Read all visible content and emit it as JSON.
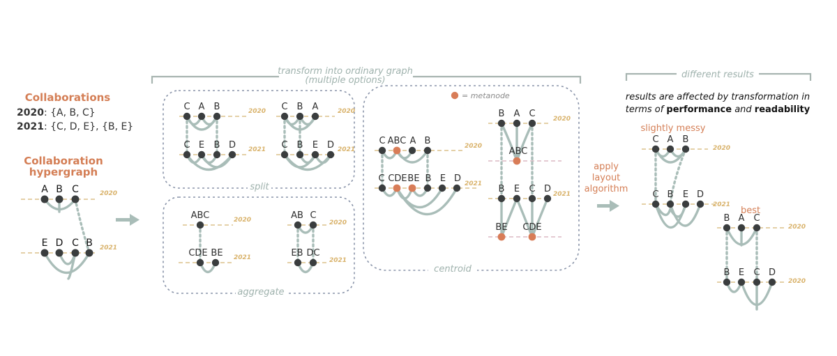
{
  "left": {
    "title": "Collaborations",
    "row1_year": "2020",
    "row1_sets": ": {A, B, C}",
    "row2_year": "2021",
    "row2_sets": ": {C, D, E}, {B, E}",
    "hyper_title_1": "Collaboration",
    "hyper_title_2": "hypergraph",
    "year_2020": "2020",
    "year_2021": "2021"
  },
  "transform": {
    "title_1": "transform into ordinary graph",
    "title_2": "(multiple options)",
    "split_label": "split",
    "aggregate_label": "aggregate",
    "centroid_label": "centroid",
    "metanode_legend": "= metanode"
  },
  "middle": {
    "apply_1": "apply",
    "apply_2": "layout",
    "apply_3": "algorithm"
  },
  "results": {
    "title": "different results",
    "desc_1": "results are affected by transformation in",
    "desc_2a": "terms of ",
    "desc_2b": "performance",
    "desc_2c": " and ",
    "desc_2d": "readability",
    "messy_label": "slightly messy",
    "best_label": "best"
  },
  "labels": {
    "A": "A",
    "B": "B",
    "C": "C",
    "D": "D",
    "E": "E",
    "ABC": "ABC",
    "CDE": "CDE",
    "BE": "BE",
    "AB": "AB",
    "EB": "EB",
    "DC": "DC"
  },
  "colors": {
    "accent": "#d47e55",
    "edge": "#a9bdb8",
    "node": "#3a3d3e",
    "timeline": "#dcc08a",
    "box": "#8893a8"
  }
}
